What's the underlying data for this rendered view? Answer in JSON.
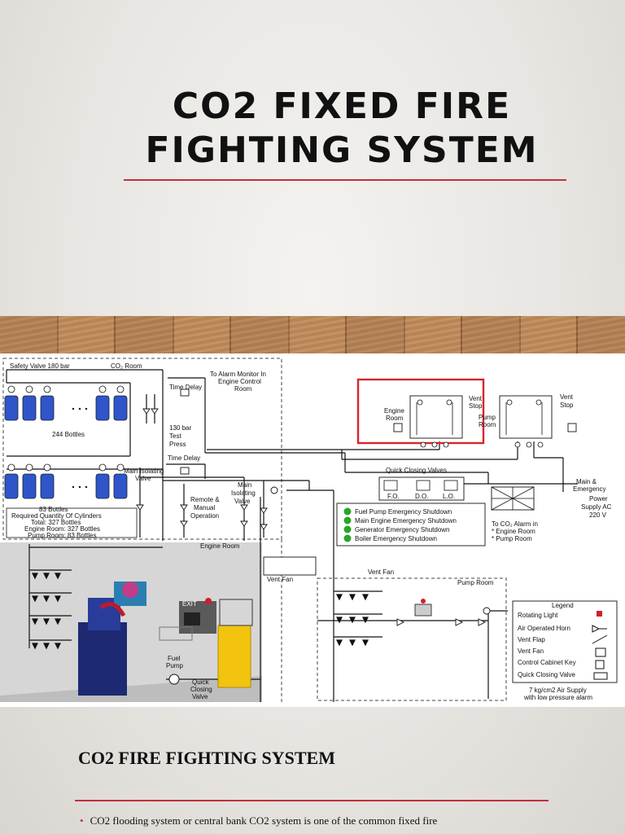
{
  "slide": {
    "title_line1": "CO2 FIXED FIRE",
    "title_line2": "FIGHTING SYSTEM",
    "subtitle": "CO2 FIRE FIGHTING SYSTEM",
    "bullet": "CO2 flooding system or central bank CO2 system is one of the common fixed fire"
  },
  "diagram": {
    "safety_valve": "Safety Valve 180 bar",
    "co2_room": "CO₂ Room",
    "bottles_244": "244 Bottles",
    "bottles_83": "83 Bottles",
    "required_qty": "Required Quantity Of Cylinders",
    "total": "Total: 327 Bottles",
    "engine_room_qty": "Engine Room: 327 Bottles",
    "pump_room_qty": "Pump Room: 83 Bottles",
    "alarm_monitor_1": "To Alarm Monitor In",
    "alarm_monitor_2": "Engine Control",
    "alarm_monitor_3": "Room",
    "time_delay_1": "Time Delay",
    "time_delay_2": "Time Delay",
    "test_press_1": "130 bar",
    "test_press_2": "Test",
    "test_press_3": "Press",
    "main_isolating_small_1": "Main Isolating",
    "main_isolating_small_2": "Valve",
    "remote_1": "Remote &",
    "remote_2": "Manual",
    "remote_3": "Operation",
    "main_isolating_1": "Main",
    "main_isolating_2": "Isolating",
    "main_isolating_3": "Valve",
    "engine_room_cab_1": "Engine",
    "engine_room_cab_2": "Room",
    "vent_stop_a_1": "Vent",
    "vent_stop_a_2": "Stop",
    "pump_room_cab_1": "Pump",
    "pump_room_cab_2": "Room",
    "vent_stop_b_1": "Vent",
    "vent_stop_b_2": "Stop",
    "quick_closing_valves": "Quick Closing Valves",
    "fo": "F.O.",
    "do": "D.O.",
    "lo": "L.O.",
    "shutdown_1": "Fuel Pump Emergency Shutdown",
    "shutdown_2": "Main Engine Emergency Shutdown",
    "shutdown_3": "Generator Emergency Shutdown",
    "shutdown_4": "Boiler Emergency Shutdown",
    "main_emergency_1": "Main &",
    "main_emergency_2": "Emergency",
    "power_supply_1": "Power",
    "power_supply_2": "Supply AC",
    "power_supply_3": "220 V",
    "co2_alarm_1": "To CO₂ Alarm in",
    "co2_alarm_2": "* Engine Room",
    "co2_alarm_3": "* Pump Room",
    "engine_room_label": "Engine Room",
    "vent_fan_1": "Vent Fan",
    "vent_fan_2": "Vent Fan",
    "pump_room_label": "Pump Room",
    "exit": "EXIT",
    "fuel_pump_1": "Fuel",
    "fuel_pump_2": "Pump",
    "quick_closing_valve_1": "Quick",
    "quick_closing_valve_2": "Closing",
    "quick_closing_valve_3": "Valve",
    "legend_title": "Legend",
    "legend_items": [
      "Rotating Light",
      "Air Operated Horn",
      "Vent Flap",
      "Vent Fan",
      "Control Cabinet Key",
      "Quick Closing Valve"
    ],
    "air_supply_1": "7 kg/cm2 Air Supply",
    "air_supply_2": "with low pressure alarm"
  },
  "colors": {
    "accent_rule": "#c0303a",
    "highlight_box": "#d9252a",
    "cylinder": "#2f55c8",
    "indicator_green": "#2aa52a",
    "rotating_light": "#d0202a",
    "tank": "#f2c40f",
    "engine": "#1d2a72"
  }
}
